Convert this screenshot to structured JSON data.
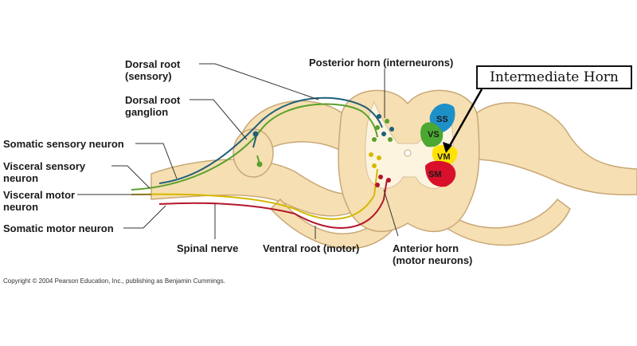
{
  "labels": {
    "dorsal_root": "Dorsal root",
    "dorsal_root_sub": "(sensory)",
    "ganglion_1": "Dorsal root",
    "ganglion_2": "ganglion",
    "somatic_sensory": "Somatic sensory neuron",
    "visceral_sensory_1": "Visceral sensory",
    "visceral_sensory_2": "neuron",
    "visceral_motor_1": "Visceral motor",
    "visceral_motor_2": "neuron",
    "somatic_motor": "Somatic motor neuron",
    "spinal_nerve": "Spinal nerve",
    "ventral_root": "Ventral root (motor)",
    "anterior_horn_1": "Anterior horn",
    "anterior_horn_2": "(motor neurons)",
    "posterior_horn": "Posterior horn (interneurons)"
  },
  "callout": {
    "text": "Intermediate Horn"
  },
  "zones": {
    "ss": "SS",
    "vs": "VS",
    "vm": "VM",
    "sm": "SM"
  },
  "colors": {
    "tissue": "#f6dfb2",
    "tissue_edge": "#c9a877",
    "gray_matter": "#fdf4e0",
    "somatic_sensory": "#1f5f7a",
    "visceral_sensory": "#5aa02c",
    "visceral_motor": "#d6b800",
    "somatic_motor": "#b3172b",
    "ss_zone": "#1e90c8",
    "vs_zone": "#4aa832",
    "vm_zone": "#ffe200",
    "sm_zone": "#d8102a"
  },
  "copyright": "Copyright © 2004 Pearson Education, Inc., publishing as Benjamin Cummings."
}
